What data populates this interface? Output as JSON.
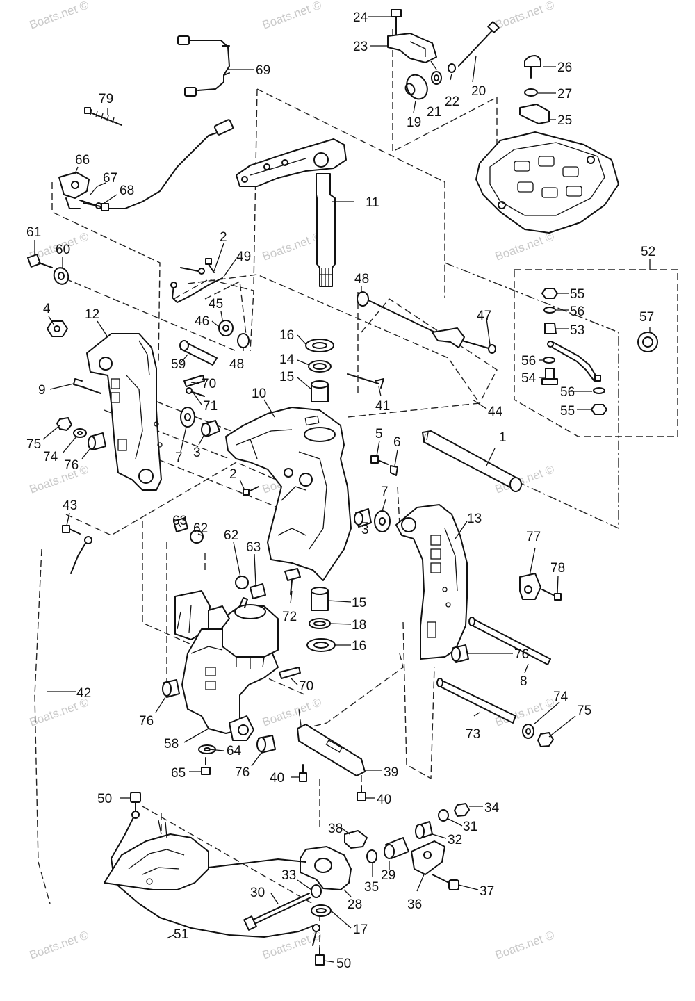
{
  "watermark": "Boats.net ©",
  "callouts": [
    "1",
    "2",
    "3",
    "4",
    "5",
    "6",
    "7",
    "8",
    "9",
    "10",
    "11",
    "12",
    "13",
    "14",
    "15",
    "16",
    "17",
    "18",
    "19",
    "20",
    "21",
    "22",
    "23",
    "24",
    "25",
    "26",
    "27",
    "28",
    "29",
    "30",
    "31",
    "32",
    "33",
    "34",
    "35",
    "36",
    "37",
    "38",
    "39",
    "40",
    "41",
    "42",
    "43",
    "44",
    "45",
    "46",
    "47",
    "48",
    "49",
    "50",
    "51",
    "52",
    "53",
    "54",
    "55",
    "56",
    "57",
    "58",
    "59",
    "60",
    "61",
    "62",
    "63",
    "64",
    "65",
    "66",
    "67",
    "68",
    "69",
    "70",
    "71",
    "72",
    "73",
    "74",
    "75",
    "76",
    "77",
    "78",
    "79"
  ]
}
